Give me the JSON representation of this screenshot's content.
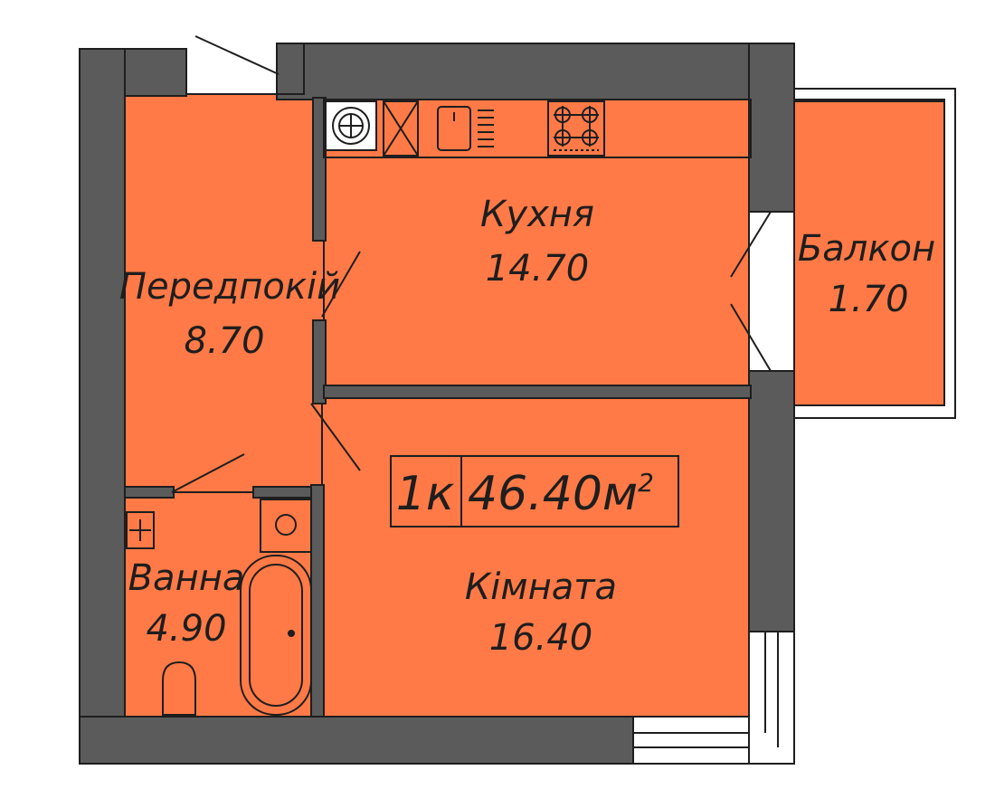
{
  "plan": {
    "colors": {
      "room_fill": "#ff7a47",
      "wall": "#5b5b5b",
      "line": "#1e1e1e",
      "background": "#ffffff"
    },
    "rooms": [
      {
        "id": "kitchen",
        "name": "Кухня",
        "area": "14.70"
      },
      {
        "id": "balcony",
        "name": "Балкон",
        "area": "1.70"
      },
      {
        "id": "hall",
        "name": "Передпокій",
        "area": "8.70"
      },
      {
        "id": "bath",
        "name": "Ванна",
        "area": "4.90"
      },
      {
        "id": "room",
        "name": "Кімната",
        "area": "16.40"
      }
    ],
    "badge": {
      "rooms": "1к",
      "total_area": "46.40м",
      "unit_superscript": "2"
    }
  }
}
